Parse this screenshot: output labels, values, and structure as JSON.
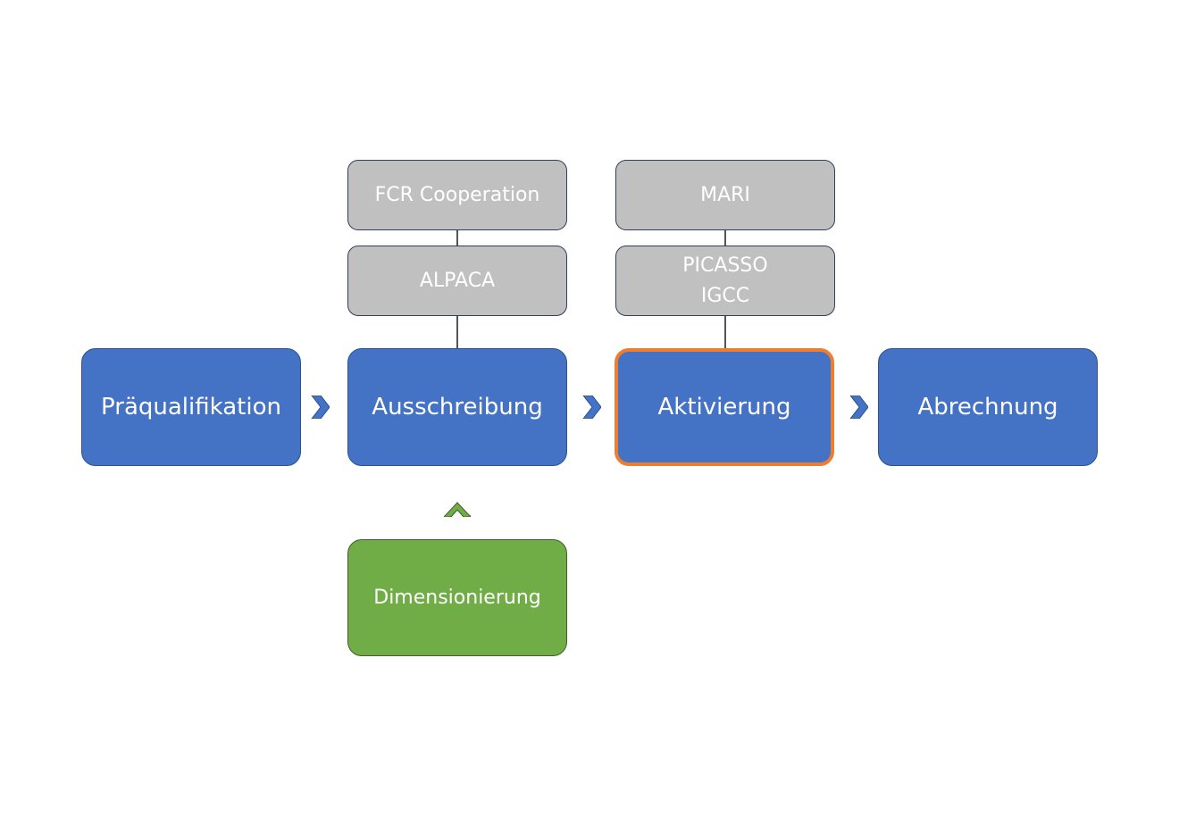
{
  "process": {
    "steps": [
      {
        "label": "Präqualifikation"
      },
      {
        "label": "Ausschreibung"
      },
      {
        "label": "Aktivierung"
      },
      {
        "label": "Abrechnung"
      }
    ],
    "active_step": "Aktivierung"
  },
  "ausschreibung_platforms": {
    "top": "FCR Cooperation",
    "bottom": "ALPACA"
  },
  "aktivierung_platforms": {
    "top": "MARI",
    "bottom_line1": "PICASSO",
    "bottom_line2": "IGCC"
  },
  "input": {
    "label": "Dimensionierung"
  },
  "colors": {
    "step_fill": "#4472c4",
    "platform_fill": "#c0c0c0",
    "input_fill": "#70ad47",
    "active_outline": "#ed7d31",
    "arrow_blue": "#4472c4",
    "arrow_green": "#70ad47"
  },
  "icons": {
    "step_arrow": "chevron-right-icon",
    "input_arrow": "chevron-up-icon"
  }
}
